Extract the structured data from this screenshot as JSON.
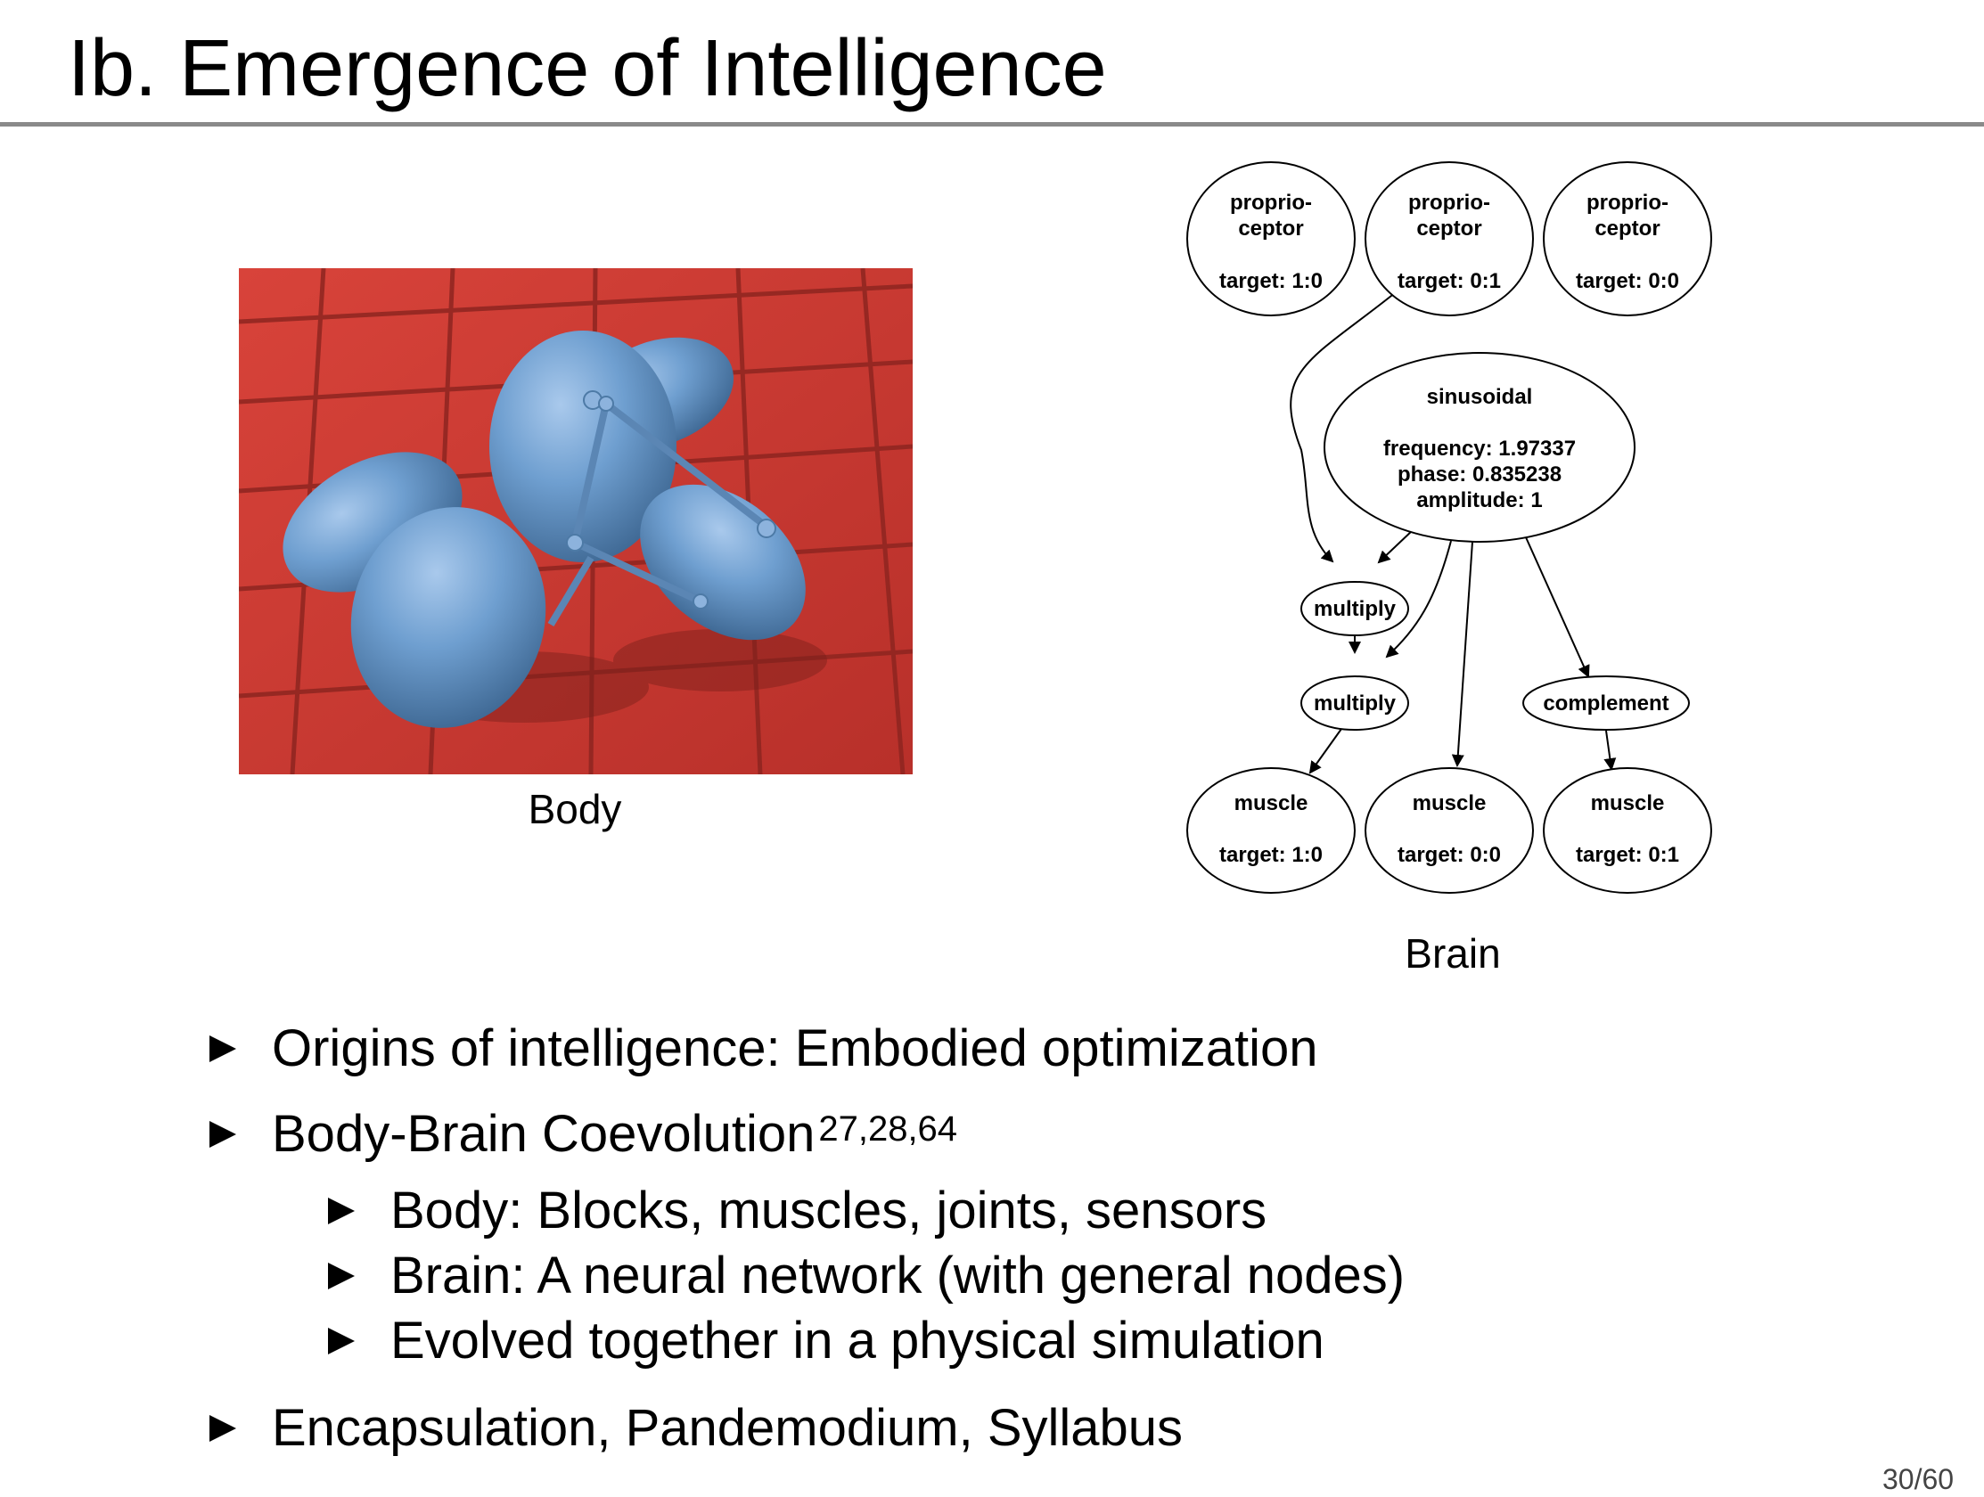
{
  "slide": {
    "title": "Ib. Emergence of Intelligence",
    "page_number": "30/60"
  },
  "body_figure": {
    "caption": "Body",
    "floor_color": "#cf3a30",
    "block_color": "#6f9fd0"
  },
  "brain_graph": {
    "caption": "Brain",
    "nodes": {
      "proprio1": {
        "line1": "proprio-",
        "line2": "ceptor",
        "line3": "target: 1:0"
      },
      "proprio2": {
        "line1": "proprio-",
        "line2": "ceptor",
        "line3": "target: 0:1"
      },
      "proprio3": {
        "line1": "proprio-",
        "line2": "ceptor",
        "line3": "target: 0:0"
      },
      "sinusoidal": {
        "line1": "sinusoidal",
        "line2": "frequency: 1.97337",
        "line3": "phase: 0.835238",
        "line4": "amplitude: 1"
      },
      "multiply1": {
        "label": "multiply"
      },
      "multiply2": {
        "label": "multiply"
      },
      "complement": {
        "label": "complement"
      },
      "muscle1": {
        "line1": "muscle",
        "line2": "target: 1:0"
      },
      "muscle2": {
        "line1": "muscle",
        "line2": "target: 0:0"
      },
      "muscle3": {
        "line1": "muscle",
        "line2": "target: 0:1"
      }
    }
  },
  "bullets": {
    "b1": "Origins of intelligence: Embodied optimization",
    "b2": "Body-Brain Coevolution",
    "b2_refs": "27,28,64",
    "b2_sub1": "Body: Blocks, muscles, joints, sensors",
    "b2_sub2": "Brain: A neural network (with general nodes)",
    "b2_sub3": "Evolved together in a physical simulation",
    "b3": "Encapsulation, Pandemodium, Syllabus"
  }
}
